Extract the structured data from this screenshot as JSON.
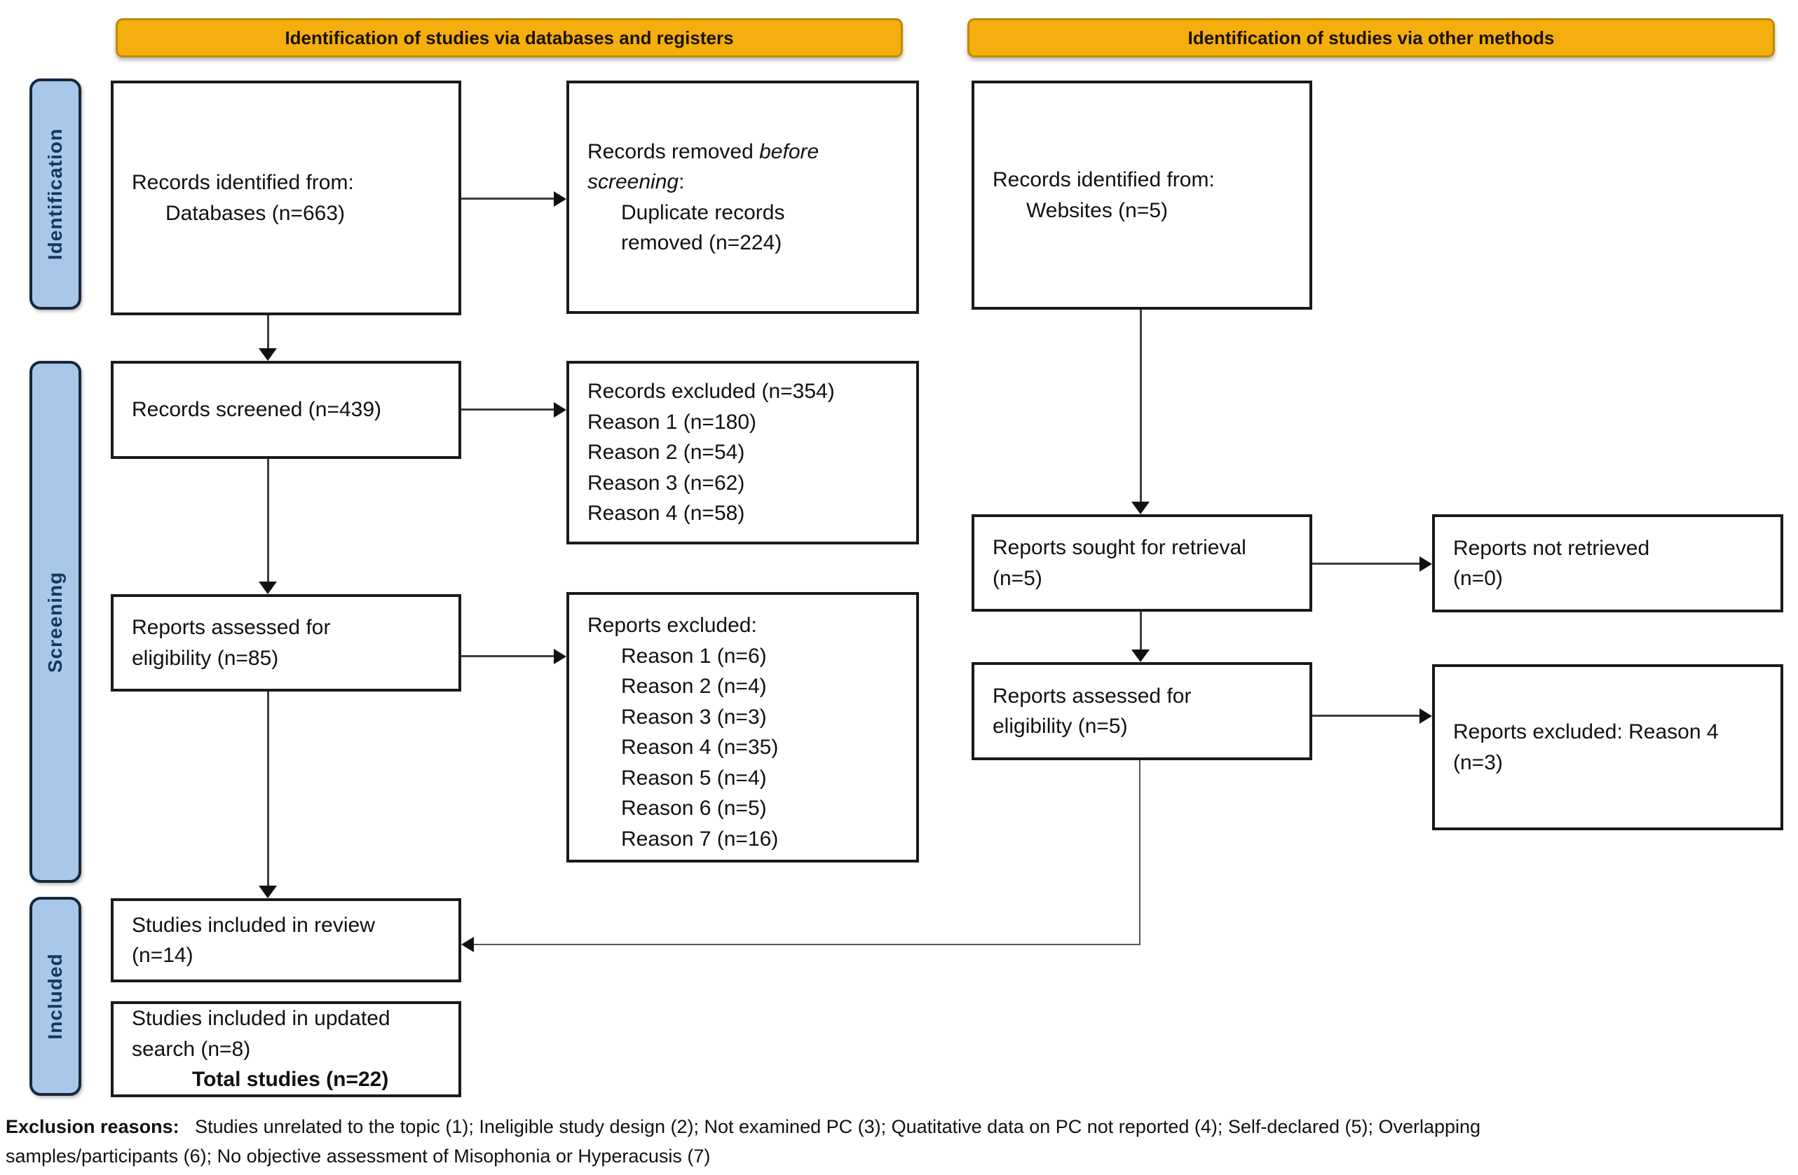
{
  "banners": {
    "databases": "Identification of studies via databases and registers",
    "other": "Identification of studies via other methods"
  },
  "side_labels": {
    "identification": "Identification",
    "screening": "Screening",
    "included": "Included"
  },
  "boxes": {
    "records_identified": {
      "line1": "Records identified from:",
      "line2": "Databases (n=663)"
    },
    "records_removed": {
      "line1_text": "Records removed ",
      "line1_italic": "before",
      "line2_italic": "screening",
      "line2_text": ":",
      "line3": "Duplicate records",
      "line4": "removed (n=224)"
    },
    "websites": {
      "line1": "Records identified from:",
      "line2": "Websites (n=5)"
    },
    "records_screened": {
      "line1": "Records screened (n=439)"
    },
    "records_excluded": {
      "title": "Records excluded (n=354)",
      "reasons": [
        "Reason 1 (n=180)",
        "Reason 2 (n=54)",
        "Reason 3 (n=62)",
        "Reason 4 (n=58)"
      ]
    },
    "reports_assessed_db": {
      "line1": "Reports assessed for",
      "line2": "eligibility (n=85)"
    },
    "reports_excluded_db": {
      "title": "Reports excluded:",
      "reasons": [
        "Reason 1 (n=6)",
        "Reason 2 (n=4)",
        "Reason 3 (n=3)",
        "Reason 4 (n=35)",
        "Reason 5 (n=4)",
        "Reason 6 (n=5)",
        "Reason 7 (n=16)"
      ]
    },
    "reports_sought": {
      "line1": "Reports sought for retrieval",
      "line2": "(n=5)"
    },
    "reports_not_retrieved": {
      "line1": "Reports not retrieved",
      "line2": "(n=0)"
    },
    "reports_assessed_other": {
      "line1": "Reports assessed for",
      "line2": "eligibility (n=5)"
    },
    "reports_excluded_other": {
      "line1": "Reports excluded: Reason 4",
      "line2": "(n=3)"
    },
    "studies_included": {
      "line1": "Studies included in review",
      "line2": "(n=14)"
    },
    "studies_updated": {
      "line1": "Studies included in updated",
      "line2": "search (n=8)",
      "line3": "Total studies (n=22)"
    }
  },
  "footer": {
    "lead": "Exclusion reasons:",
    "line1_rest": "   Studies unrelated to the topic (1); Ineligible study design (2); Not examined PC (3); Quatitative data on PC not reported (4); Self-declared (5); Overlapping",
    "line2": "samples/participants (6); No objective assessment of Misophonia or Hyperacusis (7)"
  },
  "colors": {
    "banner_fill": "#F4AF0E",
    "banner_border": "#C08A00",
    "tab_fill": "#A9C7E8",
    "tab_border": "#16283C",
    "tab_text": "#17365D",
    "box_border": "#1A1A1A",
    "arrow_line": "#3D3D3D",
    "arrow_head": "#111111"
  }
}
